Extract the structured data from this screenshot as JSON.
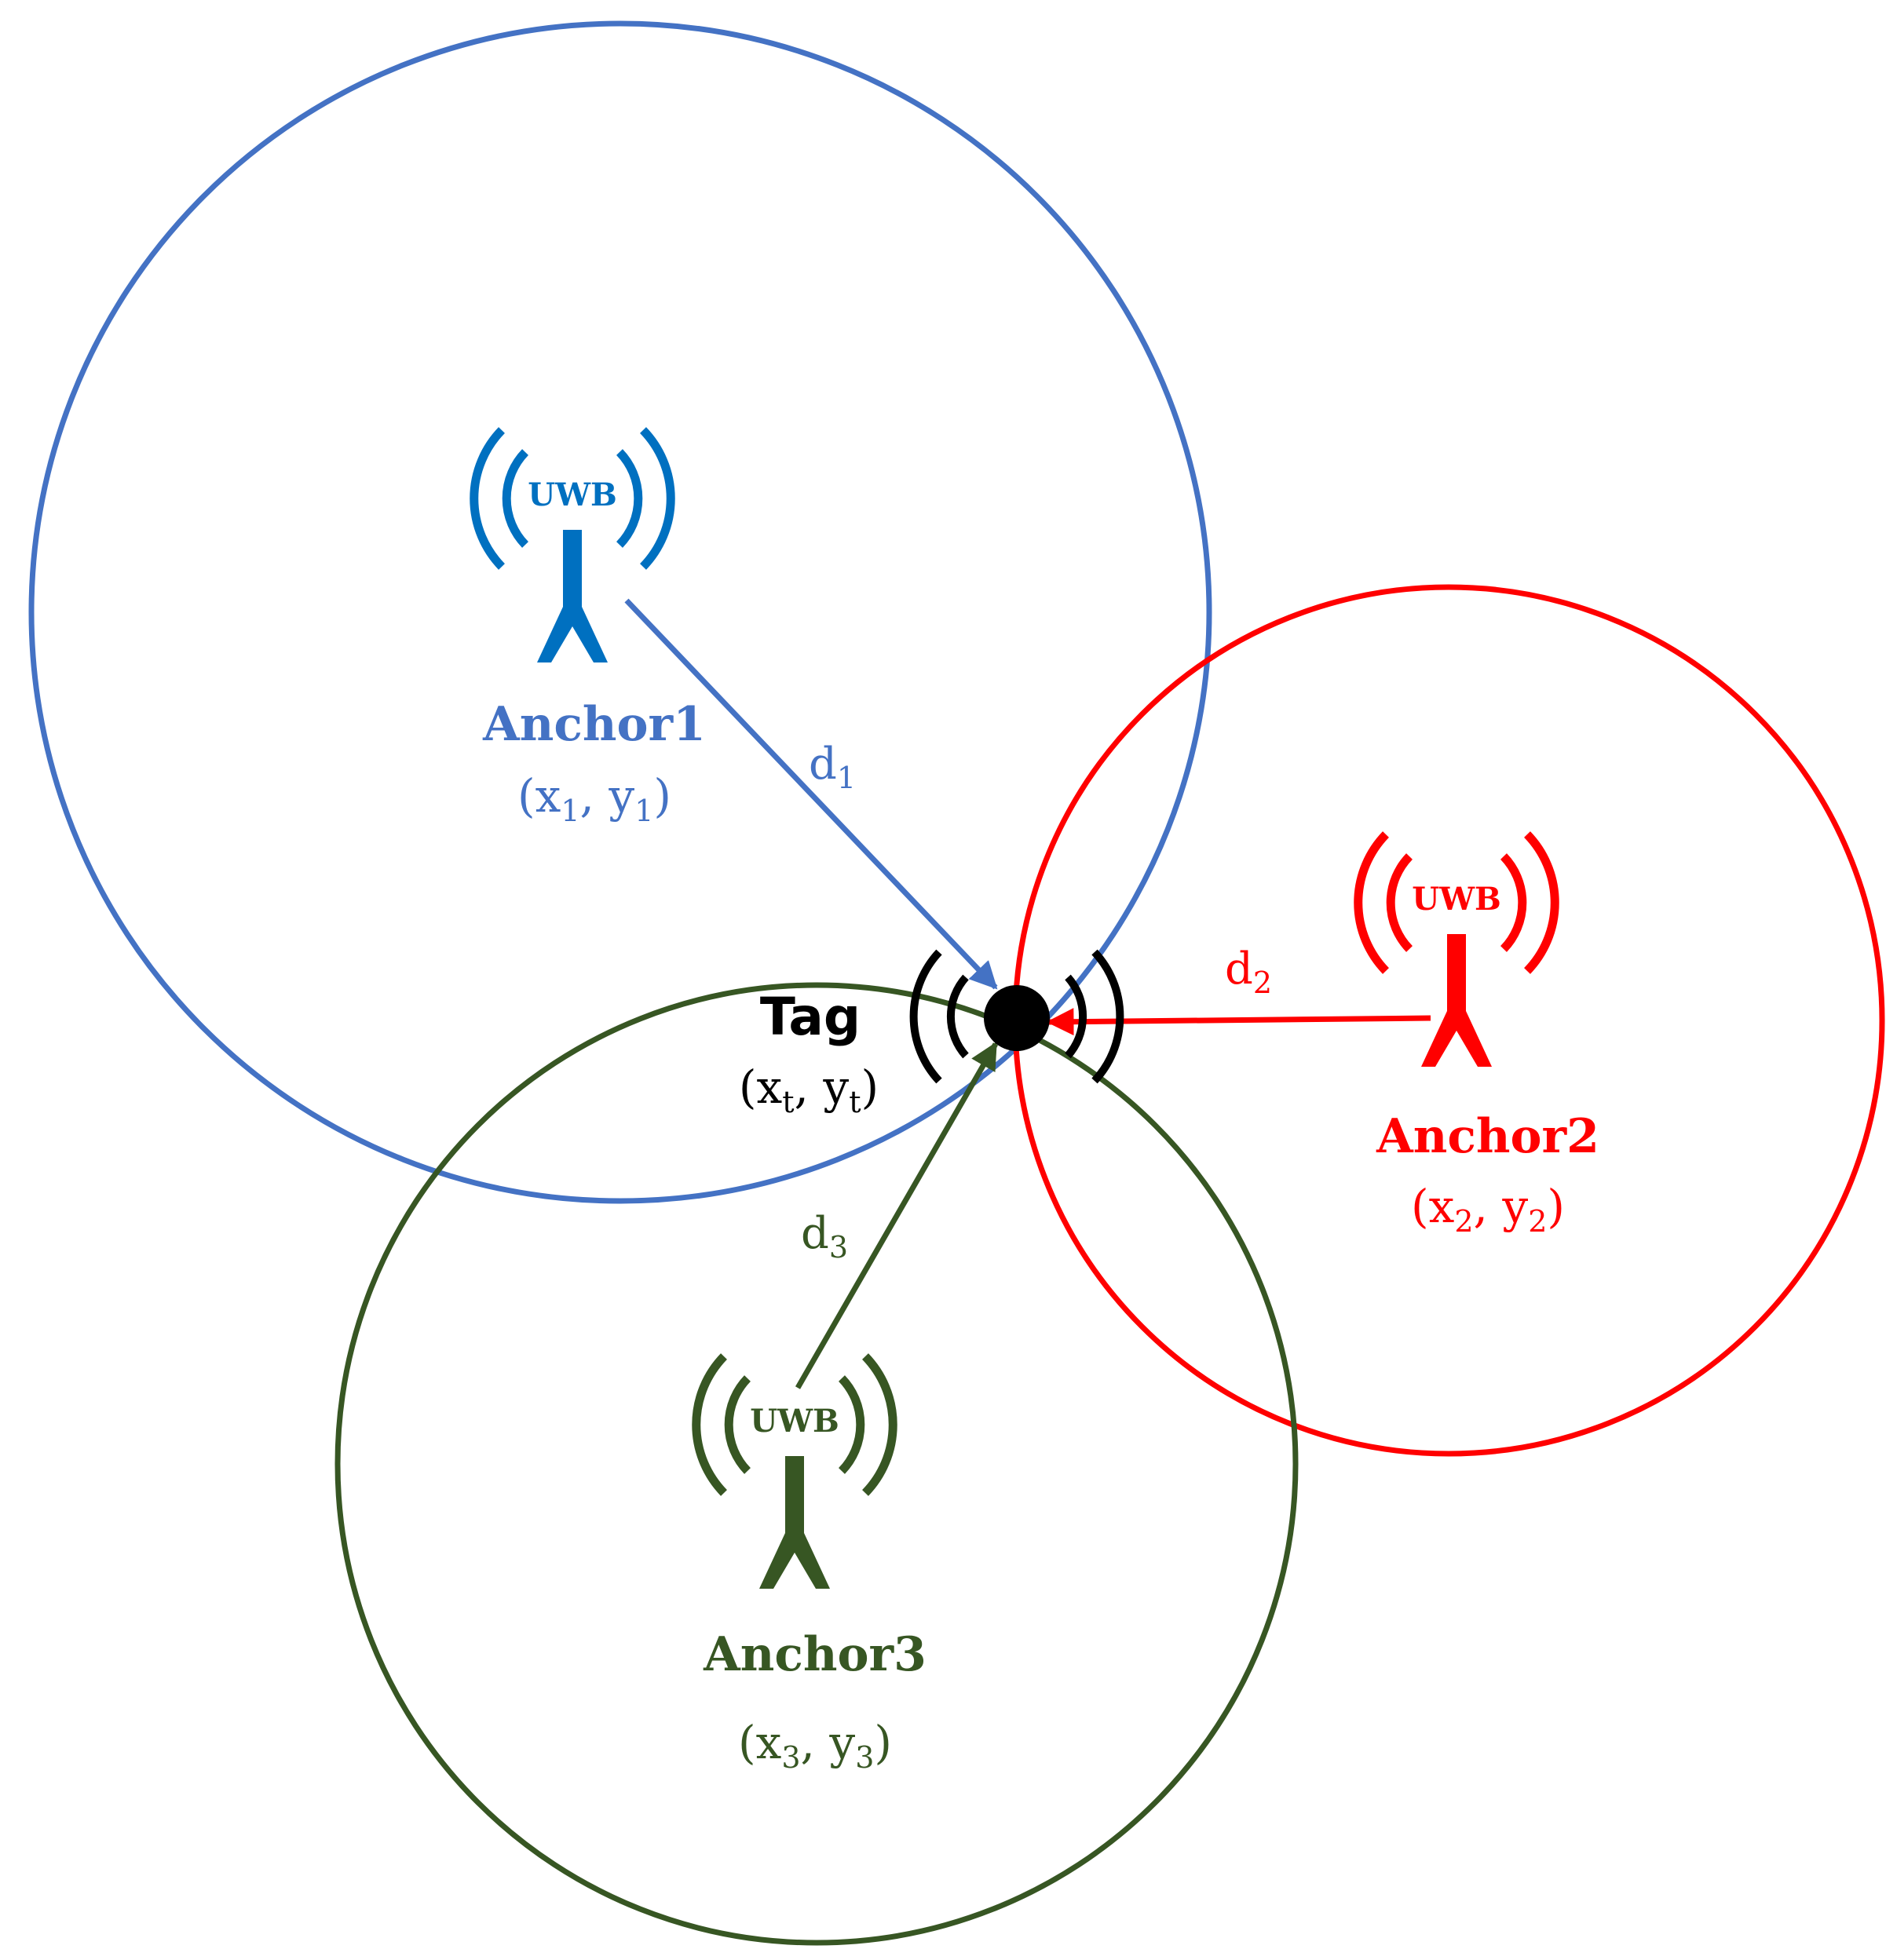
{
  "colors": {
    "anchor1": "#4472C4",
    "anchor1_icon": "#0070C0",
    "anchor2": "#FF0000",
    "anchor3": "#375623",
    "tag": "#000000"
  },
  "anchor1": {
    "icon_text": "UWB",
    "name": "Anchor1",
    "coord_x": "x",
    "coord_x_sub": "1",
    "coord_sep": ", ",
    "coord_y": "y",
    "coord_y_sub": "1",
    "distance": "d",
    "distance_sub": "1"
  },
  "anchor2": {
    "icon_text": "UWB",
    "name": "Anchor2",
    "coord_x": "x",
    "coord_x_sub": "2",
    "coord_sep": ", ",
    "coord_y": "y",
    "coord_y_sub": "2",
    "distance": "d",
    "distance_sub": "2"
  },
  "anchor3": {
    "icon_text": "UWB",
    "name": "Anchor3",
    "coord_x": "x",
    "coord_x_sub": "3",
    "coord_sep": ", ",
    "coord_y": "y",
    "coord_y_sub": "3",
    "distance": "d",
    "distance_sub": "3"
  },
  "tag": {
    "name": "Tag",
    "coord_x": "x",
    "coord_x_sub": "t",
    "coord_sep": ", ",
    "coord_y": "y",
    "coord_y_sub": "t"
  }
}
